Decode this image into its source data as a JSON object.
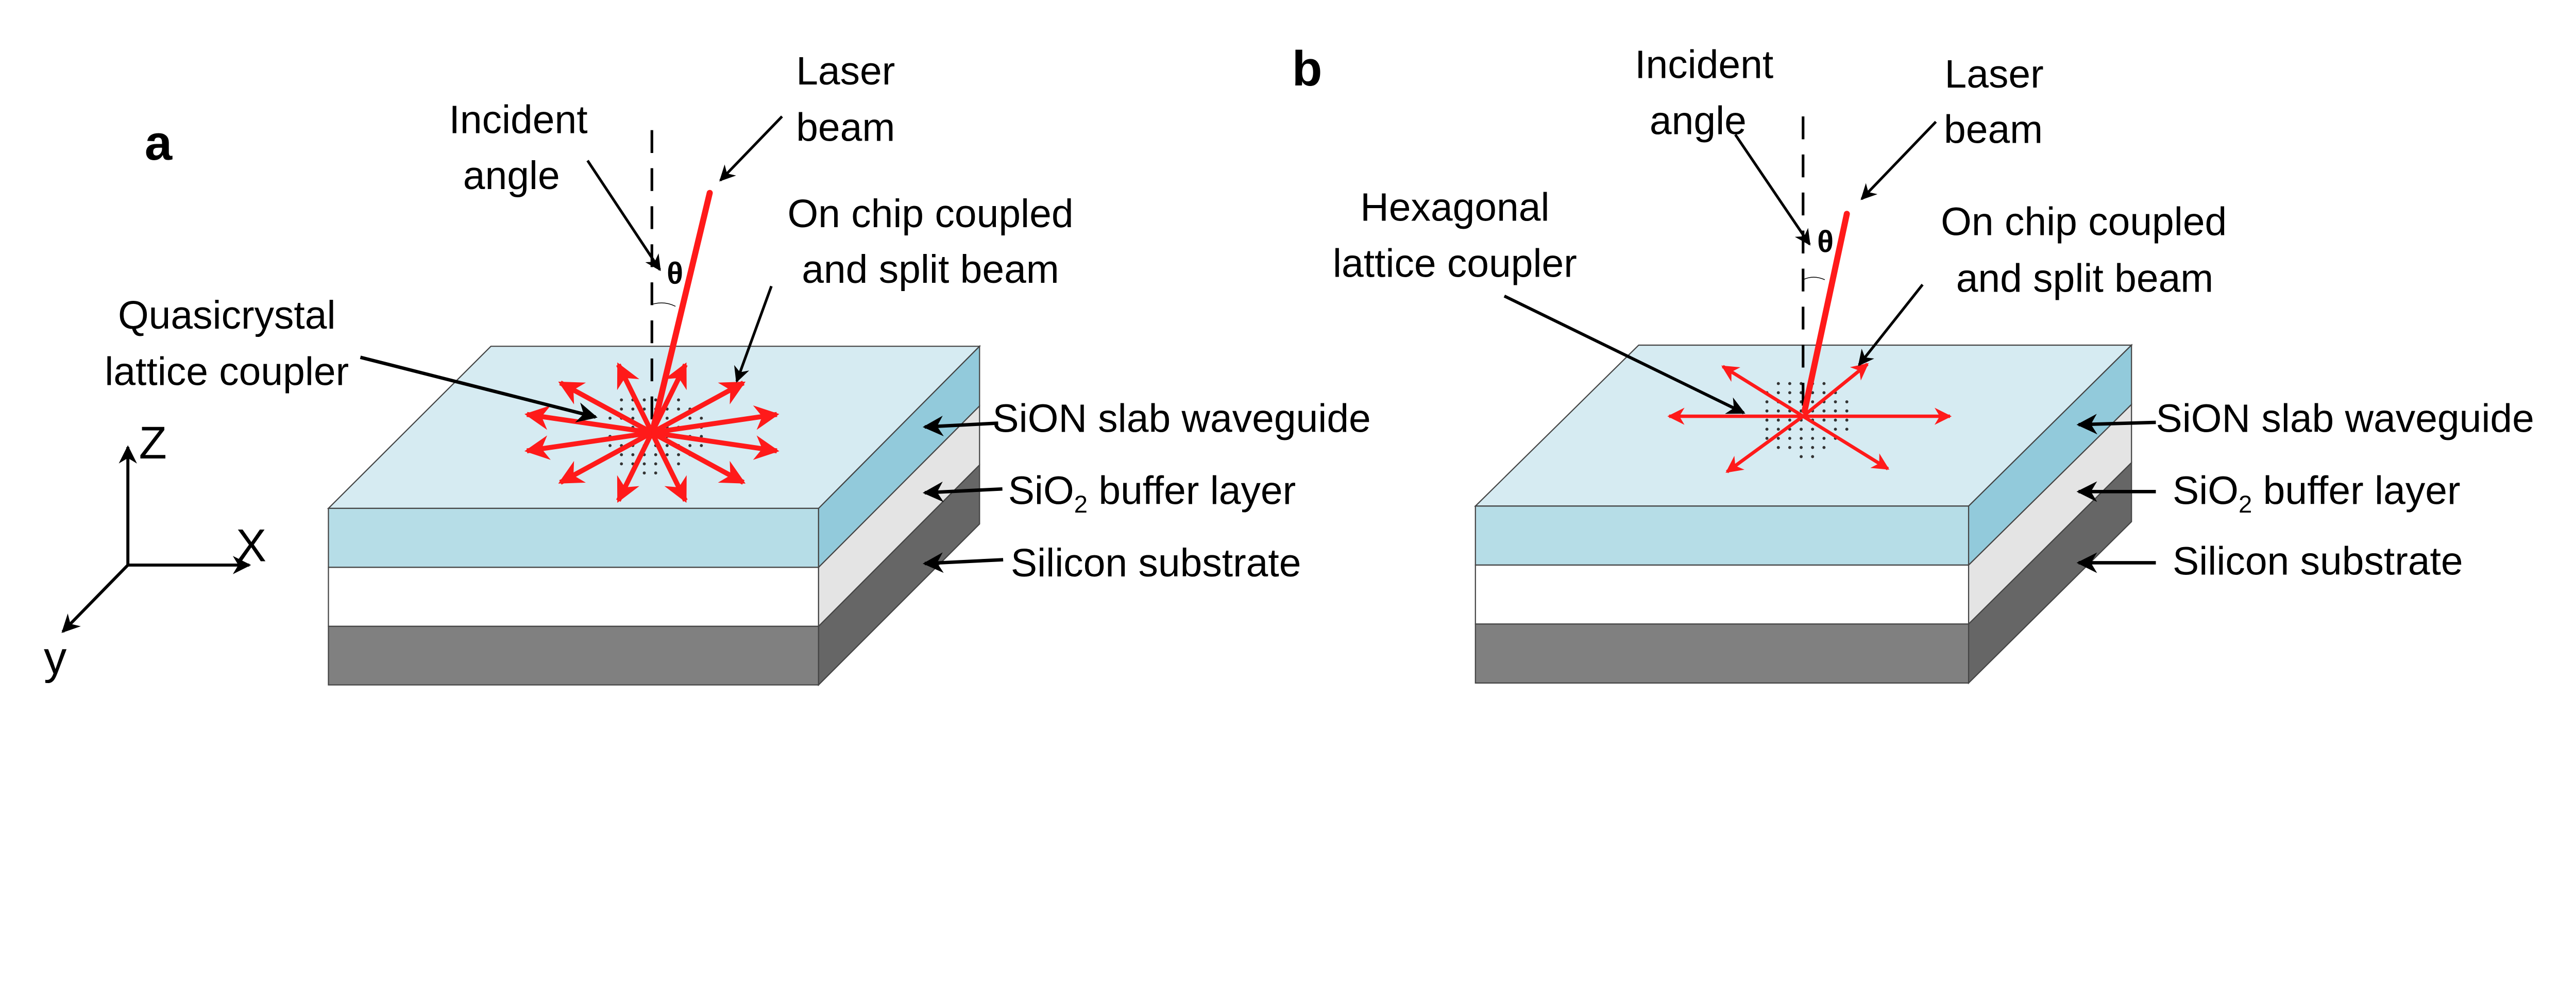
{
  "panels": [
    {
      "letter": "a",
      "incident": [
        "Incident",
        "angle"
      ],
      "theta": "θ",
      "laser": [
        "Laser",
        "beam"
      ],
      "split": [
        "On chip coupled",
        "and split beam"
      ],
      "coupler": [
        "Quasicrystal",
        "lattice coupler"
      ],
      "coupler_type": "quasicrystal",
      "outgoing_beam_count": 12
    },
    {
      "letter": "b",
      "incident": [
        "Incident",
        "angle"
      ],
      "theta": "θ",
      "laser": [
        "Laser",
        "beam"
      ],
      "split": [
        "On chip coupled",
        "and split beam"
      ],
      "coupler": [
        "Hexagonal",
        "lattice coupler"
      ],
      "coupler_type": "hexagonal",
      "outgoing_beam_count": 6
    }
  ],
  "layers": {
    "sion": "SiON slab waveguide",
    "sio2_main": "SiO",
    "sio2_sub": "2",
    "sio2_rest": " buffer layer",
    "silicon": "Silicon substrate"
  },
  "axes": {
    "z": "Z",
    "x": "X",
    "y": "y"
  },
  "colors": {
    "top": "#d6ebf2",
    "sion_front": "#b6dde7",
    "sion_side": "#92cadb",
    "sio2_front": "#ffffff",
    "sio2_side": "#e4e4e4",
    "si_front": "#808080",
    "si_side": "#666666",
    "beam": "#ff1a1a"
  }
}
